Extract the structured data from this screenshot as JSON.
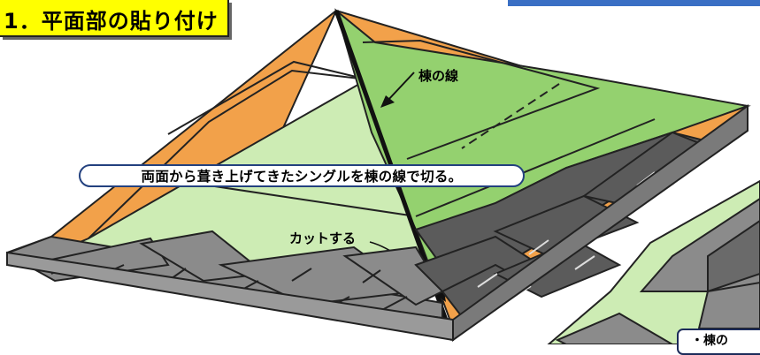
{
  "title": "1．平面部の貼り付け",
  "callout": "両面から葺き上げてきたシングルを棟の線で切る。",
  "labels": {
    "ridge_line": "棟の線",
    "cut": "カットする"
  },
  "corner_note": "・棟の",
  "colors": {
    "title_bg": "#ffff00",
    "orange": "#f2a14a",
    "light_green": "#cdecb4",
    "green": "#94d16f",
    "shingle_gray": "#8b8b8b",
    "shingle_dark": "#5b5b5b",
    "accent_blue": "#3a6fc4",
    "callout_border": "#23417f"
  }
}
